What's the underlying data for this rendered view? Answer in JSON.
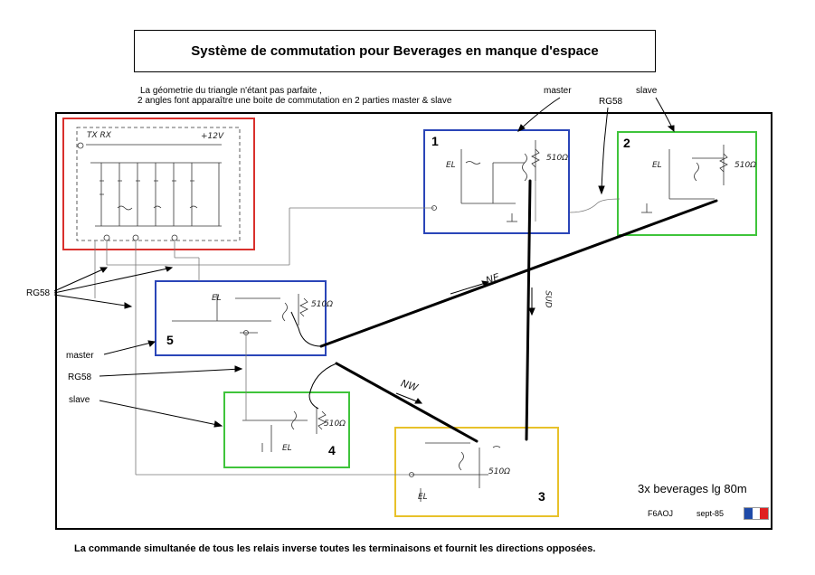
{
  "title": "Système de commutation pour Beverages en manque d'espace",
  "note_line1": "La géometrie du triangle n'étant pas parfaite ,",
  "note_line2": "2 angles font apparaître une boite de commutation en 2 parties master & slave",
  "labels": {
    "master_top": "master",
    "slave_top": "slave",
    "rg58_top": "RG58",
    "rg58_left": "RG58",
    "master_left": "master",
    "rg58_left2": "RG58",
    "slave_left": "slave"
  },
  "boxes": {
    "b1": "1",
    "b2": "2",
    "b3": "3",
    "b4": "4",
    "b5": "5"
  },
  "directions": {
    "ne": "NE",
    "sud": "SUD",
    "nw": "NW"
  },
  "handwritten": {
    "tx_rx": "TX RX",
    "plus12v": "+12V",
    "ohm510": "510Ω",
    "el": "EL"
  },
  "caption": "3x beverages lg 80m",
  "author": "F6AOJ",
  "date": "sept-85",
  "footer": "La commande simultanée de tous les relais inverse toutes les terminaisons et fournit les directions opposées.",
  "colors": {
    "red": "#d9302c",
    "blue": "#2a45b8",
    "green": "#3fc43b",
    "yellow": "#e8c12a",
    "flag_blue": "#1f4aa8",
    "flag_white": "#ffffff",
    "flag_red": "#e02020"
  }
}
